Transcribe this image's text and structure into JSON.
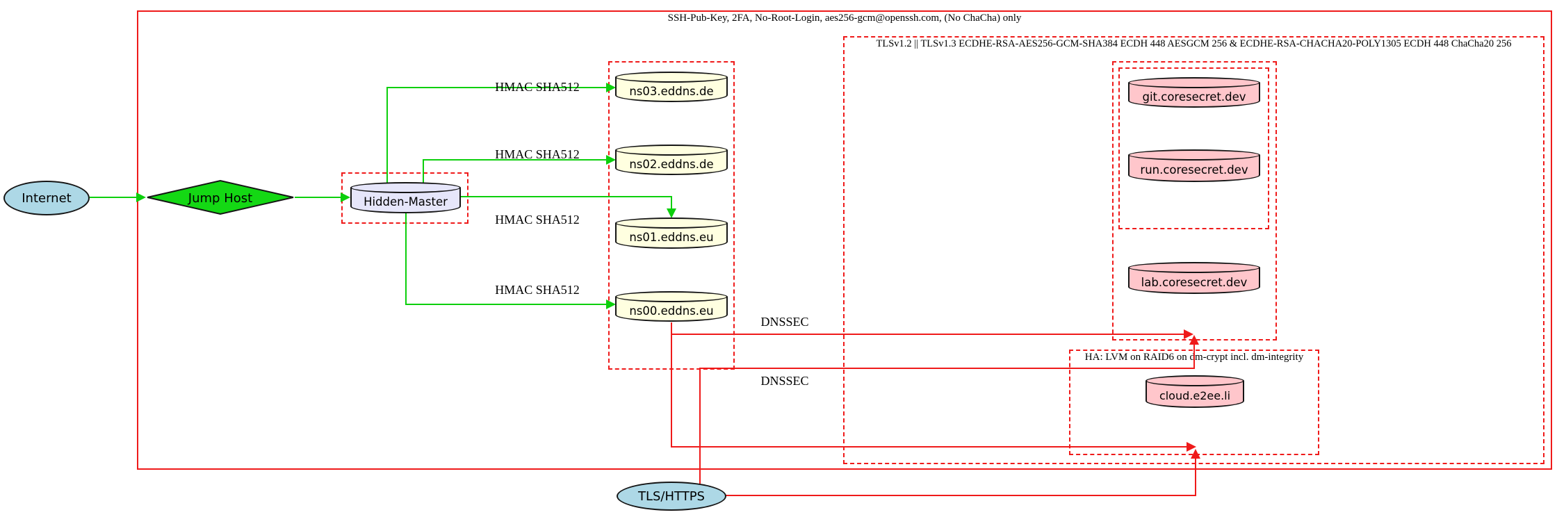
{
  "palette": {
    "cluster_red": "#ef1a1a",
    "edge_green": "#0ccf0c",
    "edge_red": "#ef1a1a",
    "node_border": "#151515",
    "ellipse_lightblue": "#add8e6",
    "diamond_green": "#14d814",
    "cylinder_lavender": "#e6e6fa",
    "cylinder_lightyellow": "#ffffe0",
    "cylinder_pink": "#ffc6cb"
  },
  "clusters": {
    "ssh": {
      "label": "SSH-Pub-Key, 2FA, No-Root-Login, aes256-gcm@openssh.com, (No ChaCha) only"
    },
    "tls": {
      "label": "TLSv1.2 || TLSv1.3 ECDHE-RSA-AES256-GCM-SHA384 ECDH 448 AESGCM 256 & ECDHE-RSA-CHACHA20-POLY1305 ECDH 448 ChaCha20 256"
    },
    "ha": {
      "label": "HA: LVM on RAID6 on dm-crypt incl. dm-integrity"
    }
  },
  "nodes": {
    "internet": {
      "label": "Internet",
      "shape": "ellipse"
    },
    "jump_host": {
      "label": "Jump Host",
      "shape": "diamond"
    },
    "hidden_master": {
      "label": "Hidden-Master",
      "shape": "cylinder"
    },
    "ns03": {
      "label": "ns03.eddns.de",
      "shape": "cylinder"
    },
    "ns02": {
      "label": "ns02.eddns.de",
      "shape": "cylinder"
    },
    "ns01": {
      "label": "ns01.eddns.eu",
      "shape": "cylinder"
    },
    "ns00": {
      "label": "ns00.eddns.eu",
      "shape": "cylinder"
    },
    "git": {
      "label": "git.coresecret.dev",
      "shape": "cylinder"
    },
    "run": {
      "label": "run.coresecret.dev",
      "shape": "cylinder"
    },
    "lab": {
      "label": "lab.coresecret.dev",
      "shape": "cylinder"
    },
    "cloud": {
      "label": "cloud.e2ee.li",
      "shape": "cylinder"
    },
    "tls_https": {
      "label": "TLS/HTTPS",
      "shape": "ellipse"
    }
  },
  "edge_labels": {
    "hmac_ns03": "HMAC SHA512",
    "hmac_ns02": "HMAC SHA512",
    "hmac_ns01": "HMAC SHA512",
    "hmac_ns00": "HMAC SHA512",
    "dnssec_1": "DNSSEC",
    "dnssec_2": "DNSSEC"
  }
}
